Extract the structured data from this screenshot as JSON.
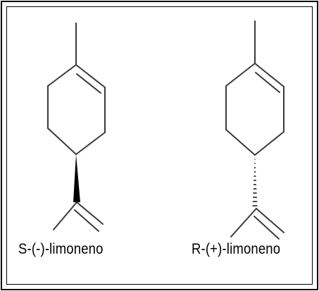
{
  "figure": {
    "left_molecule": {
      "caption": "S-(-)-limoneno",
      "stereo_bond": "wedge"
    },
    "right_molecule": {
      "caption": "R-(+)-limoneno",
      "stereo_bond": "hash"
    },
    "colors": {
      "ink": "#000000",
      "bond": "#3a3a3a",
      "background": "#ffffff"
    }
  }
}
